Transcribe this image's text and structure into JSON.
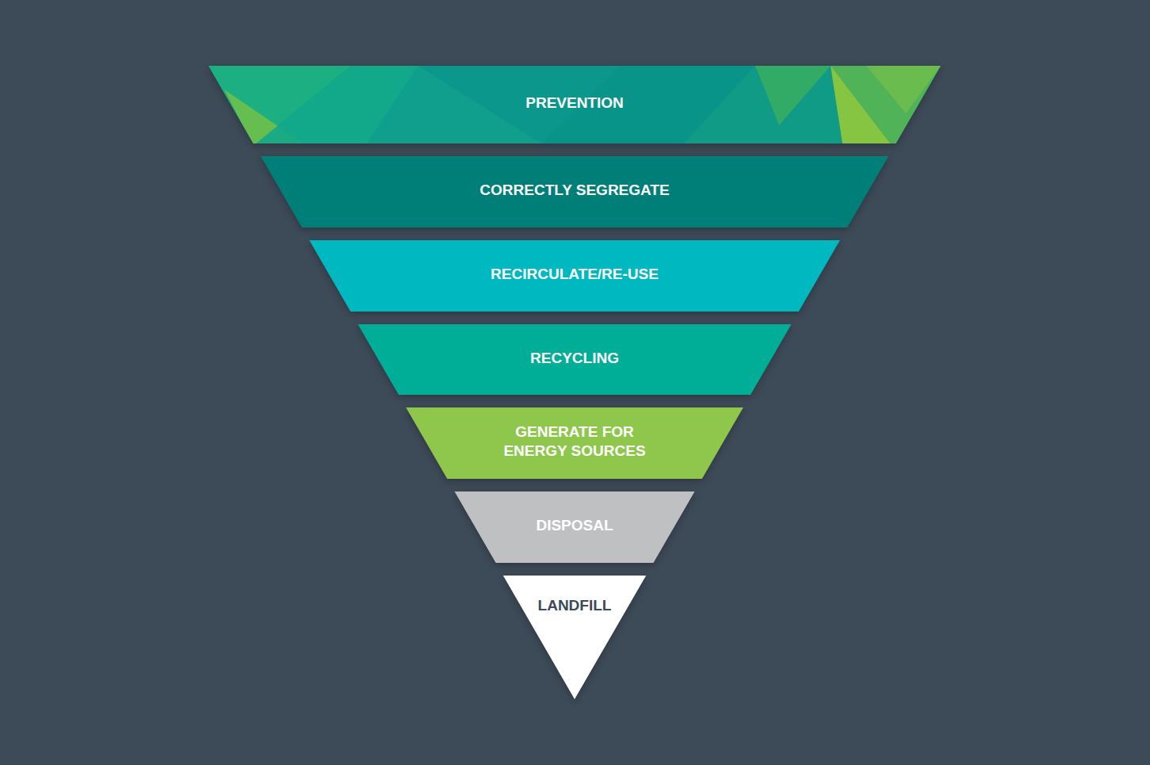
{
  "diagram": {
    "nodes": [
      {
        "text": [
          "PREVENTION"
        ]
      },
      {
        "text": [
          "CORRECTLY SEGREGATE"
        ]
      },
      {
        "text": [
          "RECIRCULATE/RE-USE"
        ]
      },
      {
        "text": [
          "RECYCLING"
        ]
      },
      {
        "text": [
          "GENERATE FOR ENERGY SOURCES"
        ]
      },
      {
        "text": [
          "DISPOSAL"
        ]
      },
      {
        "text": [
          "LANDFILL"
        ]
      }
    ]
  }
}
